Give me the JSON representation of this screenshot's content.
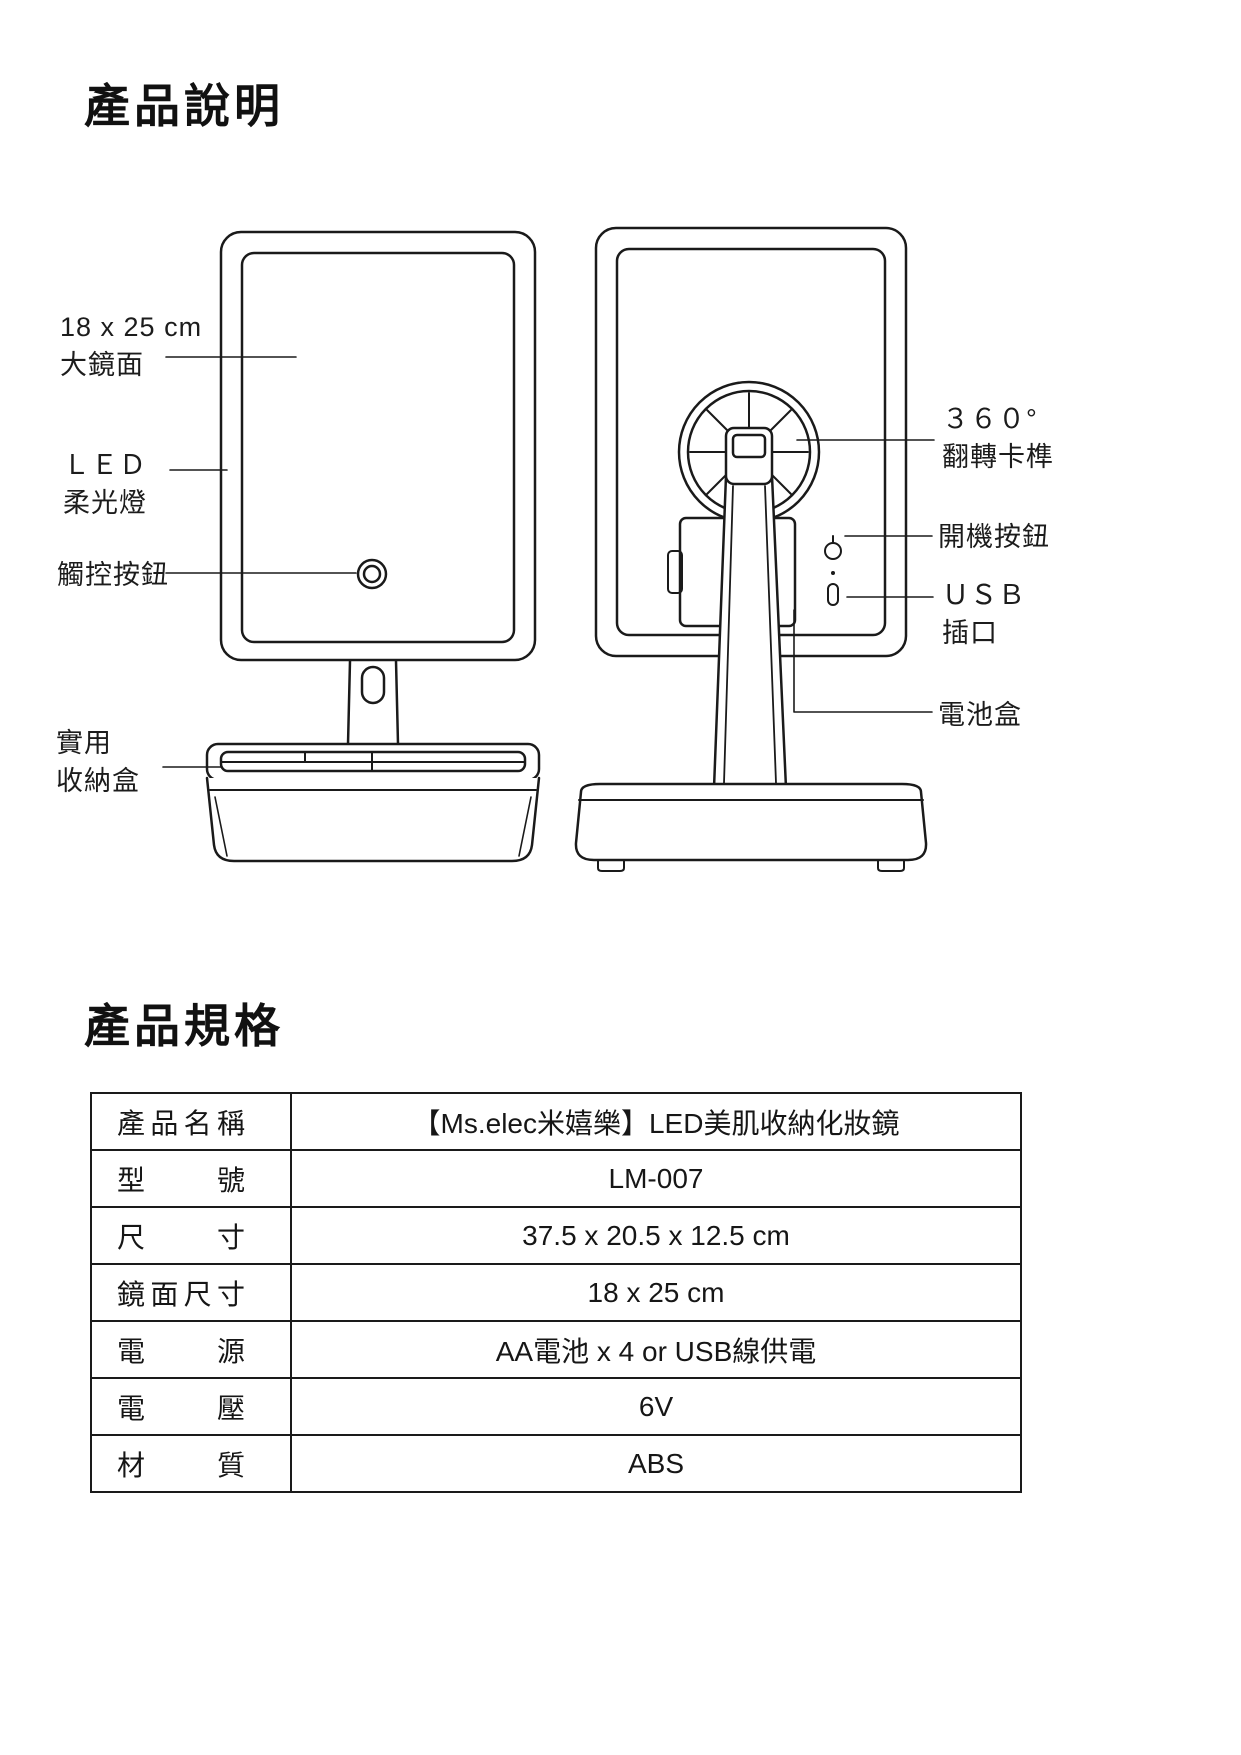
{
  "sections": {
    "description_title": "產品說明",
    "spec_title": "產品規格"
  },
  "diagram": {
    "mirror_size": {
      "line1": "18 x 25 cm",
      "line2": "大鏡面"
    },
    "led_light": {
      "line1": "ＬＥＤ",
      "line2": "柔光燈"
    },
    "touch_button": {
      "line1": "觸控按鈕"
    },
    "storage_box": {
      "line1": "實用",
      "line2": "收納盒"
    },
    "rotate_joint": {
      "line1": "３６０°",
      "line2": "翻轉卡榫"
    },
    "power_button": {
      "line1": "開機按鈕"
    },
    "usb_port": {
      "line1": "ＵＳＢ",
      "line2": "插口"
    },
    "battery_box": {
      "line1": "電池盒"
    }
  },
  "spec_table": {
    "rows": [
      {
        "label": "產品名稱",
        "value": "【Ms.elec米嬉樂】LED美肌收納化妝鏡"
      },
      {
        "label": "型號",
        "value": "LM-007"
      },
      {
        "label": "尺寸",
        "value": "37.5 x 20.5 x 12.5 cm"
      },
      {
        "label": "鏡面尺寸",
        "value": "18 x 25 cm"
      },
      {
        "label": "電源",
        "value": "AA電池 x 4 or USB線供電"
      },
      {
        "label": "電壓",
        "value": "6V"
      },
      {
        "label": "材質",
        "value": "ABS"
      }
    ]
  }
}
